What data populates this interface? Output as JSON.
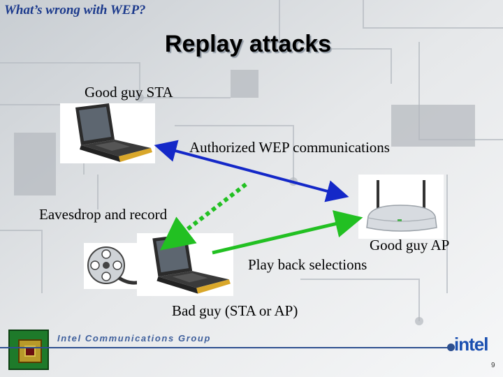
{
  "slide": {
    "section_title": "What’s wrong with WEP?",
    "title": "Replay attacks",
    "labels": {
      "good_sta": "Good guy STA",
      "authorized": "Authorized WEP communications",
      "eavesdrop": "Eavesdrop and record",
      "good_ap": "Good guy AP",
      "playback": "Play back selections",
      "bad_guy": "Bad guy (STA or AP)"
    }
  },
  "footer": {
    "group": "Intel Communications Group",
    "logo": "intel",
    "page_number": "9"
  },
  "colors": {
    "section_title": "#1c3a8c",
    "arrow_blue": "#1428c8",
    "arrow_green": "#22c022",
    "footer_line": "#2d4f8f",
    "logo": "#1a4fb0"
  },
  "icons": [
    "laptop-icon",
    "wireless-router-icon",
    "film-reel-icon",
    "cpu-chip-icon"
  ]
}
